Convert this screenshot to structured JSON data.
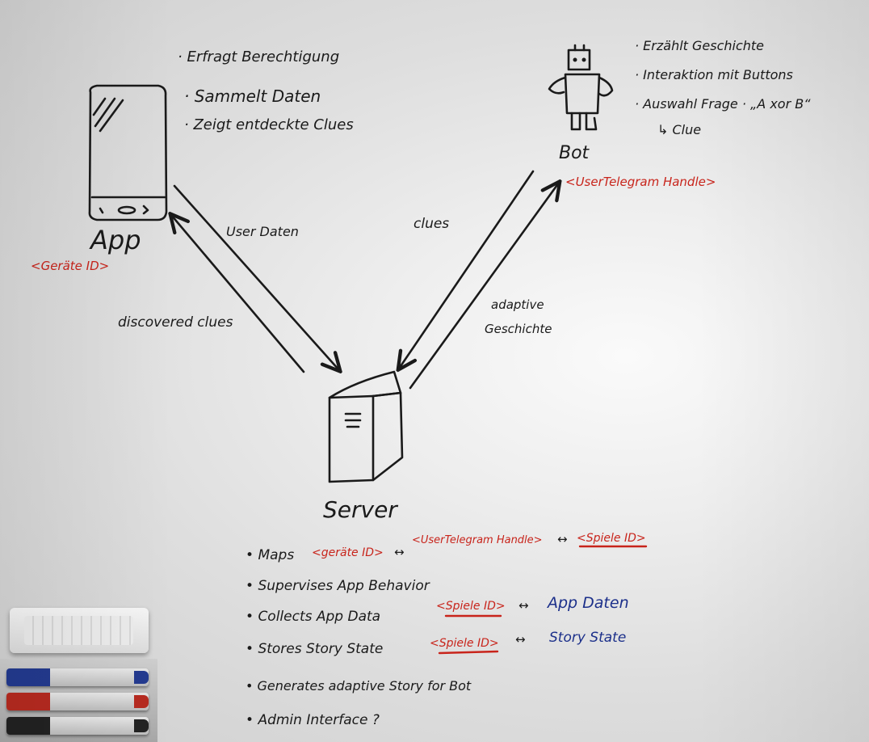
{
  "app": {
    "label": "App",
    "id_tag": "<Geräte ID>",
    "notes": [
      "· Erfragt Berechtigung",
      "· Sammelt Daten",
      "· Zeigt entdeckte Clues"
    ]
  },
  "bot": {
    "label": "Bot",
    "id_tag": "<UserTelegram Handle>",
    "notes": [
      "· Erzählt Geschichte",
      "· Interaktion mit Buttons",
      "· Auswahl Frage · „A xor B“"
    ],
    "sub_note": "↳ Clue"
  },
  "server": {
    "label": "Server"
  },
  "edges": {
    "app_to_server": "User Daten",
    "server_to_app": "discovered clues",
    "bot_to_server": "clues",
    "server_to_bot": "adaptive Geschichte"
  },
  "server_notes": {
    "maps": {
      "label": "Maps",
      "a": "<geräte ID>",
      "arrow1": "↔",
      "b": "<UserTelegram Handle>",
      "arrow2": "↔",
      "c": "<Spiele ID>"
    },
    "supervises": "Supervises App Behavior",
    "collects": {
      "label": "Collects App Data",
      "id": "<Spiele ID>",
      "arrow": "↔",
      "value": "App Daten"
    },
    "stores": {
      "label": "Stores Story State",
      "id": "<Spiele ID>",
      "arrow": "↔",
      "value": "Story State"
    },
    "generates": "Generates adaptive Story for Bot",
    "admin": "Admin Interface ?"
  },
  "colors": {
    "black_ink": "#1a1a1a",
    "red_ink": "#c8241b",
    "blue_ink": "#1b2f8a",
    "board": "#e6e6e6"
  }
}
